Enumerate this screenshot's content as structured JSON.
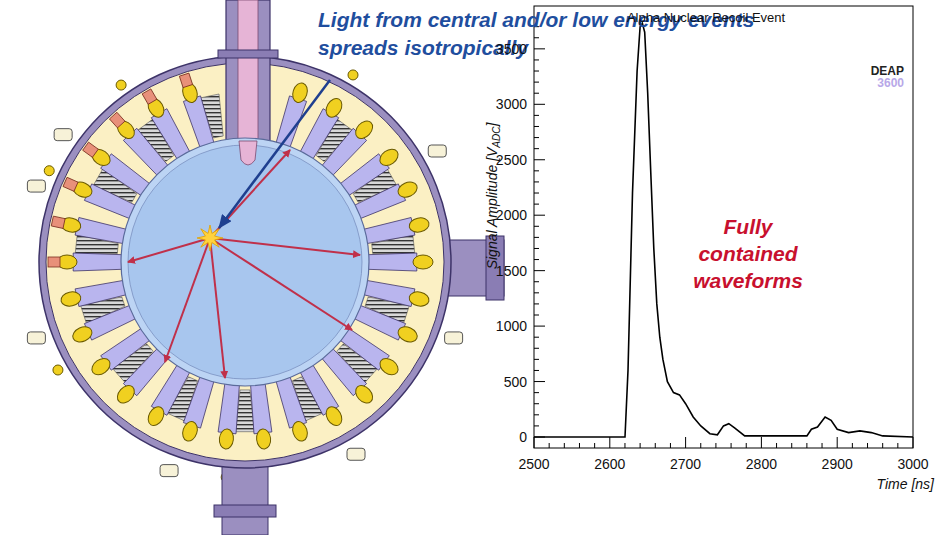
{
  "diagram": {
    "labels": [
      "Light from central and/or low energy events spreads isotropically",
      "Alpha Nuclear Recoil Event",
      "DEAP",
      "3600",
      "Fully contained waveforms",
      "Signal Amplitude [V",
      "ADC",
      "]",
      "3500",
      "3000",
      "2500",
      "2000",
      "1500",
      "1000",
      "500",
      "0",
      "2500",
      "2600",
      "2700",
      "2800",
      "2900",
      "3000",
      "Time [ns]"
    ]
  }
}
